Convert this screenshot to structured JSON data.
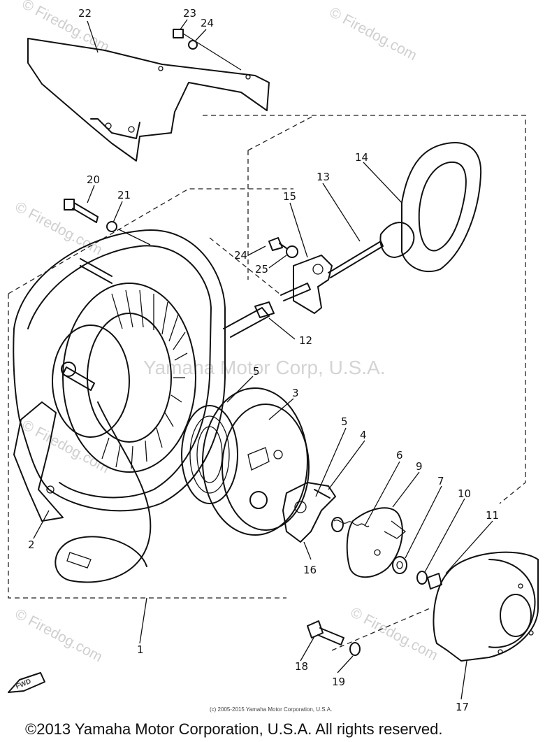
{
  "callouts": [
    "22",
    "23",
    "24",
    "20",
    "21",
    "15",
    "13",
    "14",
    "24",
    "25",
    "12",
    "5",
    "3",
    "5",
    "4",
    "6",
    "9",
    "7",
    "10",
    "11",
    "2",
    "16",
    "1",
    "18",
    "19",
    "17"
  ],
  "watermarks": {
    "firedog": "© Firedog.com",
    "yamaha": "Yamaha Motor Corp, U.S.A."
  },
  "fwd_label": "FWD",
  "small_copyright": "(c) 2005-2015 Yamaha Motor Corporation, U.S.A.",
  "footer": "©2013 Yamaha Motor Corporation, U.S.A. All rights reserved."
}
